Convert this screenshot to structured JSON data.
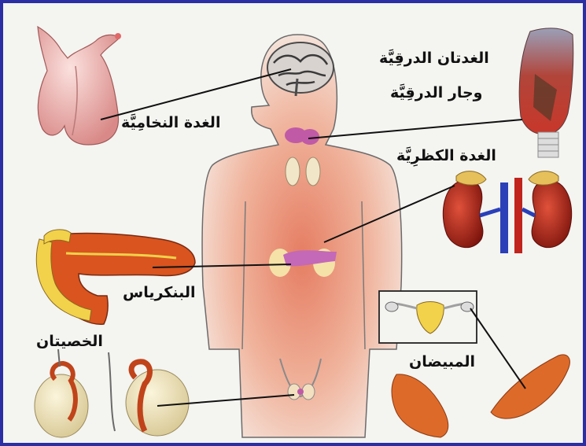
{
  "labels": {
    "pituitary": "الغدة النخامِيَّة",
    "thyroid_line1": "الغدتان الدرقِيَّة",
    "thyroid_line2": "وجار الدرقِيَّة",
    "adrenal": "الغدة الكظرِيَّة",
    "pancreas": "البنكرياس",
    "testes": "الخصيتان",
    "ovaries": "المبيضان"
  },
  "colors": {
    "frame_border": "#2b2fa3",
    "background": "#f4f4f1",
    "body_glow": "#e8866a",
    "pink_gland": "#e9a6a4",
    "pancreas_orange": "#d9541f",
    "pancreas_yellow": "#f2d24a",
    "kidney_red": "#b8261a",
    "adrenal_yellow": "#e6c05b",
    "vein_blue": "#2a3fb8",
    "artery_red": "#c0241c",
    "ovary_orange": "#de6a2a",
    "testis_cream": "#efe3bd"
  }
}
